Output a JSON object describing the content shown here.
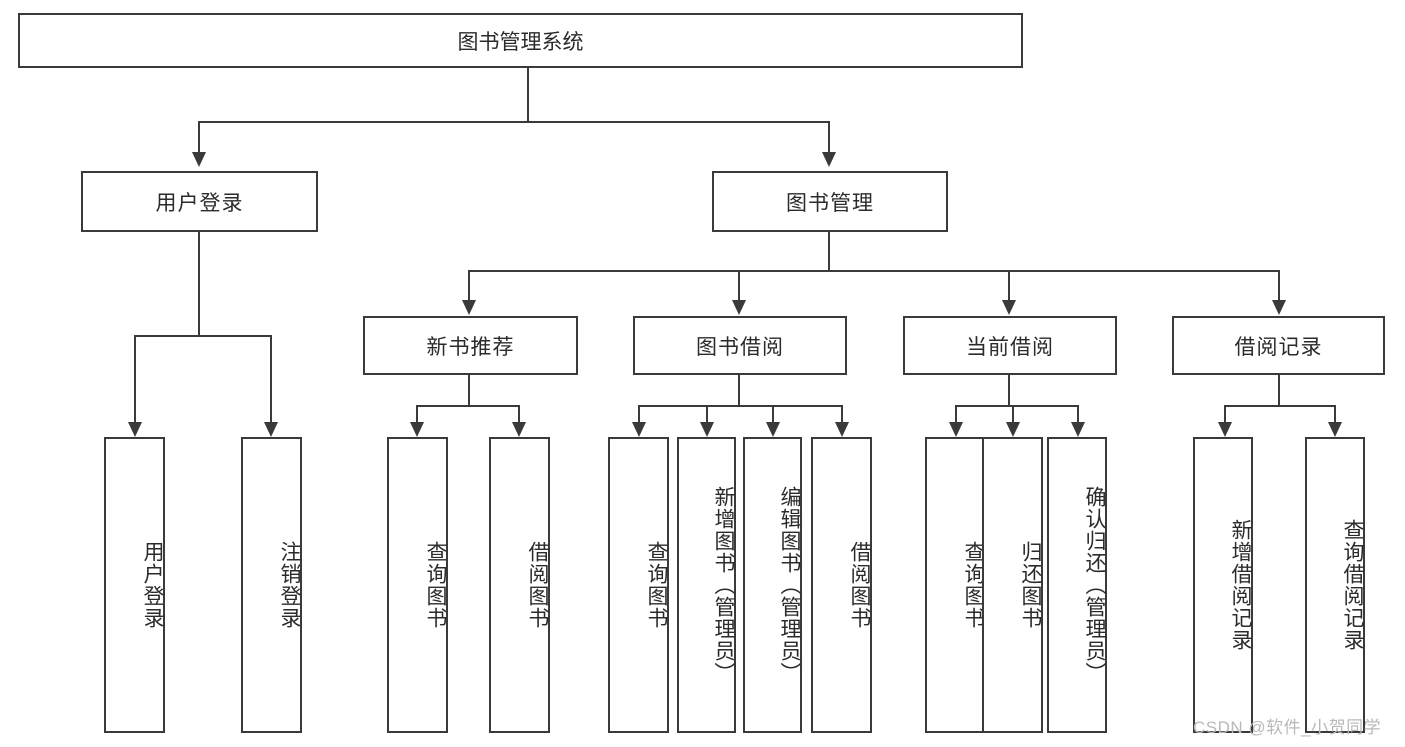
{
  "diagram": {
    "type": "tree-hierarchy-chart",
    "title": "图书管理系统",
    "levels": 4,
    "root": {
      "label": "图书管理系统"
    },
    "level2": [
      {
        "label": "用户登录"
      },
      {
        "label": "图书管理"
      }
    ],
    "level3": [
      {
        "label": "新书推荐"
      },
      {
        "label": "图书借阅"
      },
      {
        "label": "当前借阅"
      },
      {
        "label": "借阅记录"
      }
    ],
    "leaves": {
      "user_login": [
        {
          "label": "用户登录"
        },
        {
          "label": "注销登录"
        }
      ],
      "new_book_recommend": [
        {
          "label": "查询图书"
        },
        {
          "label": "借阅图书"
        }
      ],
      "book_borrow": [
        {
          "label": "查询图书"
        },
        {
          "label": "新增图书（管理员）"
        },
        {
          "label": "编辑图书（管理员）"
        },
        {
          "label": "借阅图书"
        }
      ],
      "current_borrow": [
        {
          "label": "查询图书"
        },
        {
          "label": "归还图书"
        },
        {
          "label": "确认归还（管理员）"
        }
      ],
      "borrow_record": [
        {
          "label": "新增借阅记录"
        },
        {
          "label": "查询借阅记录"
        }
      ]
    }
  },
  "watermark": {
    "text": "CSDN @软件_小贺同学"
  },
  "colors": {
    "stroke": "#3a3a3a",
    "text": "#2b2b2b",
    "background": "#ffffff",
    "watermark": "#b9b9b9"
  }
}
